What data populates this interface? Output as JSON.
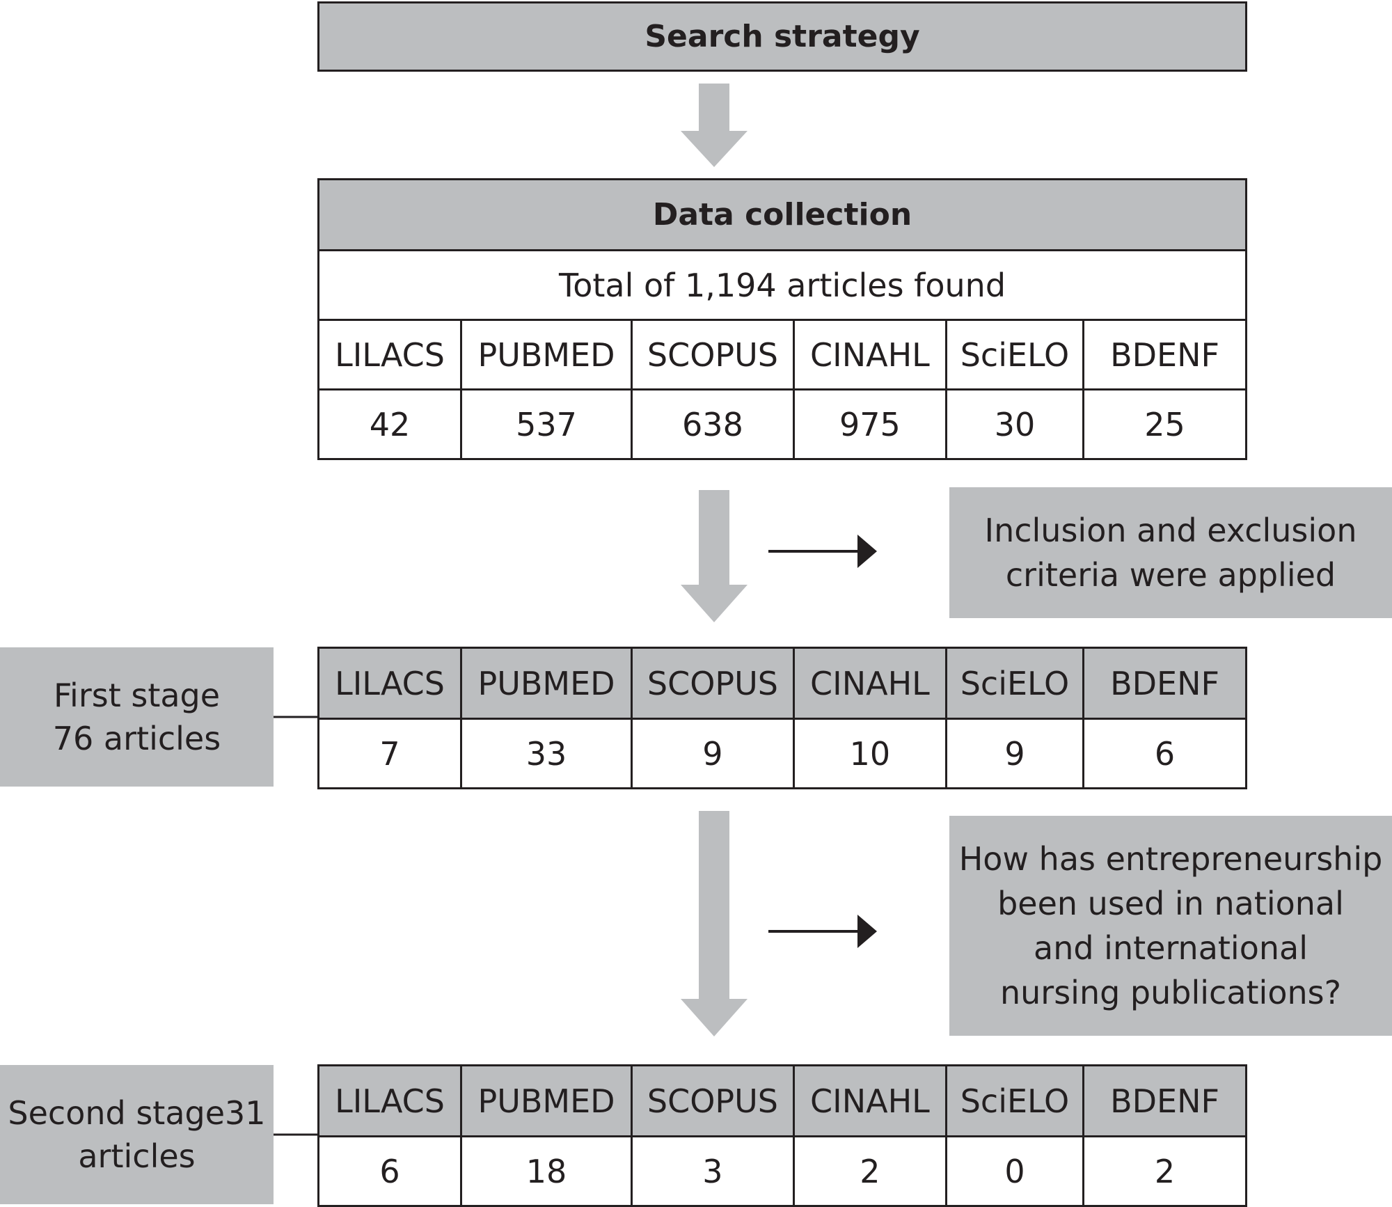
{
  "search_strategy": {
    "title": "Search strategy"
  },
  "data_collection": {
    "title": "Data collection",
    "total": "Total of 1,194 articles found",
    "databases": [
      "LILACS",
      "PUBMED",
      "SCOPUS",
      "CINAHL",
      "SciELO",
      "BDENF"
    ],
    "counts": [
      "42",
      "537",
      "638",
      "975",
      "30",
      "25"
    ]
  },
  "criteria_note": {
    "line1": "Inclusion and exclusion",
    "line2": "criteria were applied"
  },
  "first_stage": {
    "label_line1": "First stage",
    "label_line2": "76 articles",
    "databases": [
      "LILACS",
      "PUBMED",
      "SCOPUS",
      "CINAHL",
      "SciELO",
      "BDENF"
    ],
    "counts": [
      "7",
      "33",
      "9",
      "10",
      "9",
      "6"
    ]
  },
  "question_note": {
    "line1": "How has entrepreneurship",
    "line2": "been used in national",
    "line3": "and international",
    "line4": "nursing publications?"
  },
  "second_stage": {
    "label_line1": "Second stage31",
    "label_line2": "articles",
    "databases": [
      "LILACS",
      "PUBMED",
      "SCOPUS",
      "CINAHL",
      "SciELO",
      "BDENF"
    ],
    "counts": [
      "6",
      "18",
      "3",
      "2",
      "0",
      "2"
    ]
  },
  "colors": {
    "box_gray": "#bcbec0",
    "ink": "#231f20",
    "arrow_gray": "#bcbec0"
  }
}
